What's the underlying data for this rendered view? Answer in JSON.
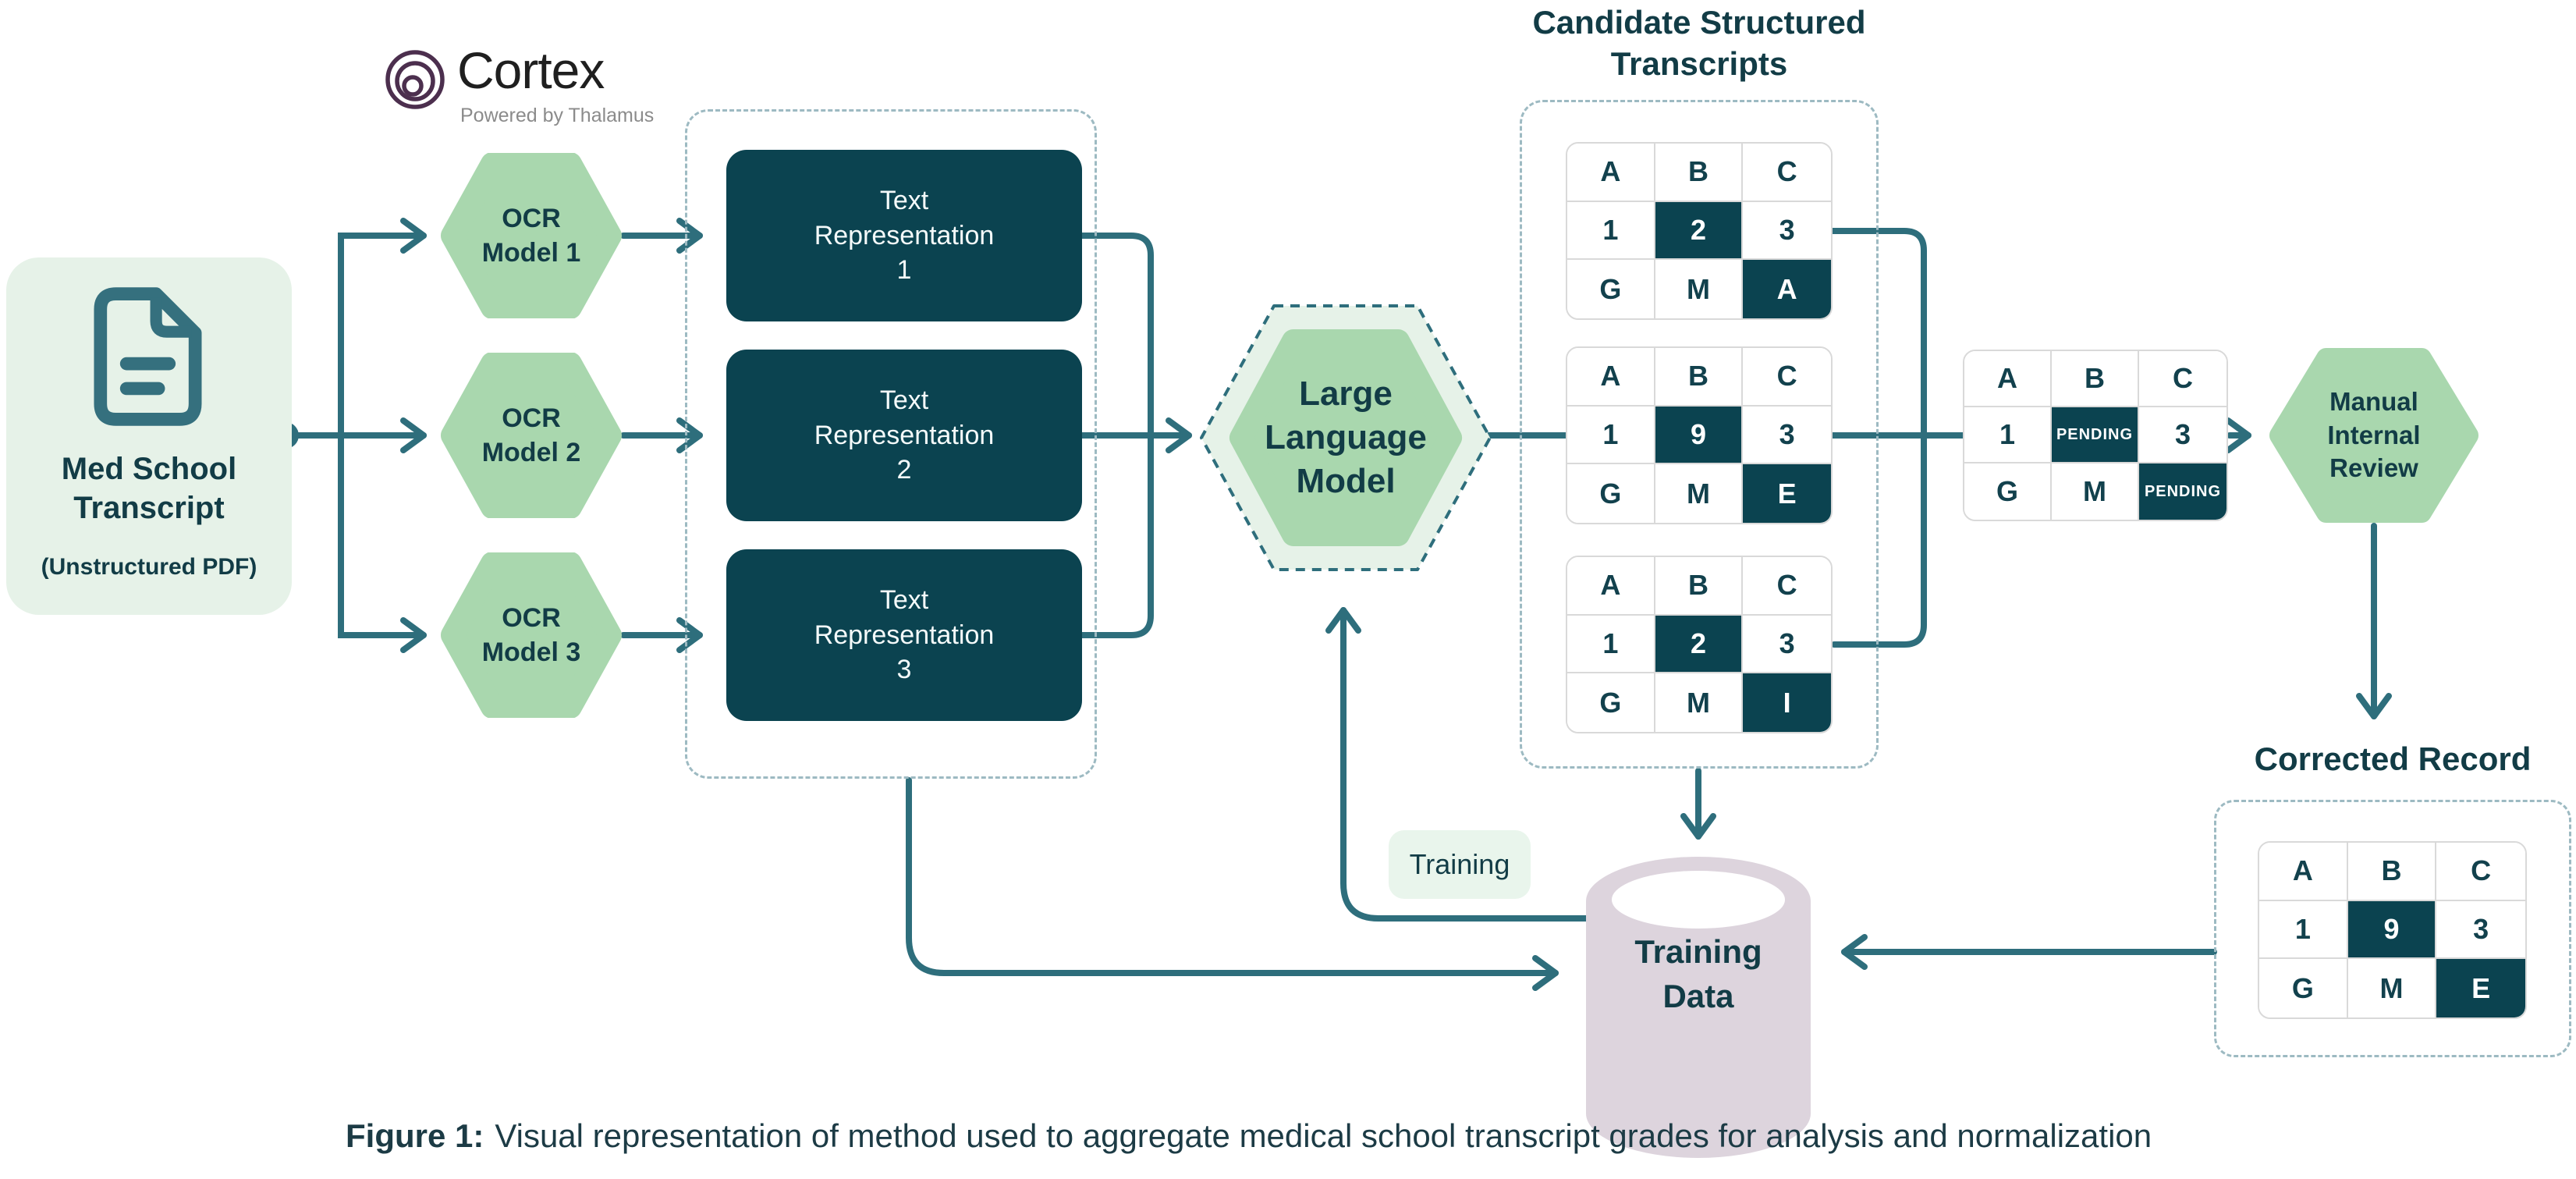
{
  "logo": {
    "name": "Cortex",
    "tagline": "Powered by Thalamus"
  },
  "source_card": {
    "title_line1": "Med School",
    "title_line2": "Transcript",
    "subtitle": "(Unstructured PDF)"
  },
  "ocr_models": [
    {
      "line1": "OCR",
      "line2": "Model 1"
    },
    {
      "line1": "OCR",
      "line2": "Model 2"
    },
    {
      "line1": "OCR",
      "line2": "Model 3"
    }
  ],
  "text_representations": [
    {
      "line1": "Text",
      "line2": "Representation",
      "line3": "1"
    },
    {
      "line1": "Text",
      "line2": "Representation",
      "line3": "2"
    },
    {
      "line1": "Text",
      "line2": "Representation",
      "line3": "3"
    }
  ],
  "llm": {
    "line1": "Large",
    "line2": "Language",
    "line3": "Model"
  },
  "candidate_section": {
    "title_line1": "Candidate Structured",
    "title_line2": "Transcripts",
    "tables": [
      {
        "rows": [
          [
            {
              "t": "A"
            },
            {
              "t": "B"
            },
            {
              "t": "C"
            }
          ],
          [
            {
              "t": "1"
            },
            {
              "t": "2",
              "dark": true
            },
            {
              "t": "3"
            }
          ],
          [
            {
              "t": "G"
            },
            {
              "t": "M"
            },
            {
              "t": "A",
              "dark": true
            }
          ]
        ]
      },
      {
        "rows": [
          [
            {
              "t": "A"
            },
            {
              "t": "B"
            },
            {
              "t": "C"
            }
          ],
          [
            {
              "t": "1"
            },
            {
              "t": "9",
              "dark": true
            },
            {
              "t": "3"
            }
          ],
          [
            {
              "t": "G"
            },
            {
              "t": "M"
            },
            {
              "t": "E",
              "dark": true
            }
          ]
        ]
      },
      {
        "rows": [
          [
            {
              "t": "A"
            },
            {
              "t": "B"
            },
            {
              "t": "C"
            }
          ],
          [
            {
              "t": "1"
            },
            {
              "t": "2",
              "dark": true
            },
            {
              "t": "3"
            }
          ],
          [
            {
              "t": "G"
            },
            {
              "t": "M"
            },
            {
              "t": "I",
              "dark": true
            }
          ]
        ]
      }
    ]
  },
  "consensus_table": {
    "rows": [
      [
        {
          "t": "A"
        },
        {
          "t": "B"
        },
        {
          "t": "C"
        }
      ],
      [
        {
          "t": "1"
        },
        {
          "t": "PENDING",
          "dark": true
        },
        {
          "t": "3"
        }
      ],
      [
        {
          "t": "G"
        },
        {
          "t": "M"
        },
        {
          "t": "PENDING",
          "dark": true
        }
      ]
    ]
  },
  "manual_review": {
    "line1": "Manual",
    "line2": "Internal",
    "line3": "Review"
  },
  "corrected_section": {
    "title": "Corrected Record",
    "table": {
      "rows": [
        [
          {
            "t": "A"
          },
          {
            "t": "B"
          },
          {
            "t": "C"
          }
        ],
        [
          {
            "t": "1"
          },
          {
            "t": "9",
            "dark": true
          },
          {
            "t": "3"
          }
        ],
        [
          {
            "t": "G"
          },
          {
            "t": "M"
          },
          {
            "t": "E",
            "dark": true
          }
        ]
      ]
    }
  },
  "training": {
    "label": "Training",
    "db_line1": "Training",
    "db_line2": "Data"
  },
  "caption": {
    "prefix": "Figure 1:",
    "text": "Visual representation of method used to aggregate medical school transcript grades for analysis and normalization"
  },
  "colors": {
    "dark_teal": "#0b4350",
    "wire_teal": "#2e6e7c",
    "hex_green": "#a9d7ae",
    "light_green": "#e6f2e8",
    "pill_green": "#e9f5ec",
    "lavender": "#ddd4dd",
    "logo_plum": "#4c2f4e",
    "heading_teal": "#123c46",
    "table_border": "#d9d9d9",
    "dashed_border": "#9dbac2"
  }
}
